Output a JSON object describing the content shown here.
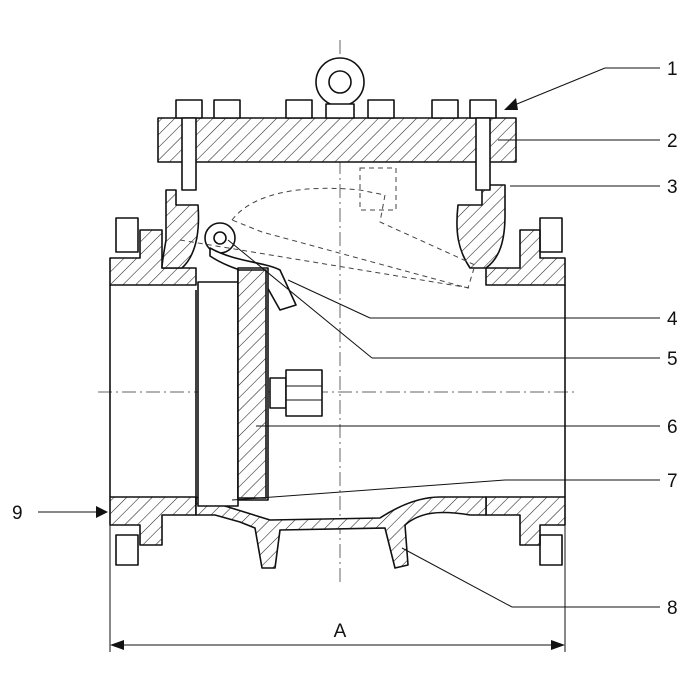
{
  "diagram": {
    "callouts": [
      {
        "id": "1",
        "label": "1"
      },
      {
        "id": "2",
        "label": "2"
      },
      {
        "id": "3",
        "label": "3"
      },
      {
        "id": "4",
        "label": "4"
      },
      {
        "id": "5",
        "label": "5"
      },
      {
        "id": "6",
        "label": "6"
      },
      {
        "id": "7",
        "label": "7"
      },
      {
        "id": "8",
        "label": "8"
      },
      {
        "id": "9",
        "label": "9"
      }
    ],
    "dimension": {
      "label": "A"
    }
  }
}
